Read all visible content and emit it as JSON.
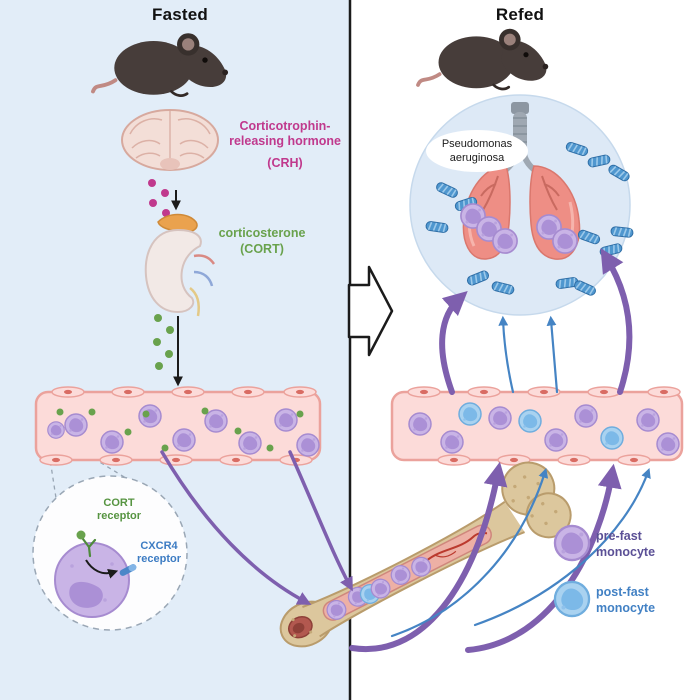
{
  "figure": {
    "left_panel": {
      "title": "Fasted",
      "crh": {
        "line1": "Corticotrophin-",
        "line2": "releasing hormone",
        "abbrev": "(CRH)"
      },
      "cort": {
        "name": "corticosterone",
        "abbrev": "(CORT)"
      },
      "inset": {
        "cort_receptor": "CORT receptor",
        "cxcr4_receptor": "CXCR4 receptor"
      }
    },
    "right_panel": {
      "title": "Refed",
      "pathogen": {
        "line1": "Pseudomonas",
        "line2": "aeruginosa"
      }
    },
    "legend": {
      "pre_fast": {
        "line1": "pre-fast",
        "line2": "monocyte"
      },
      "post_fast": {
        "line1": "post-fast",
        "line2": "monocyte"
      }
    },
    "colors": {
      "left_bg": "#e2edf8",
      "title_text": "#111111",
      "crh_text": "#c0398d",
      "cort_text": "#69a24d",
      "cort_receptor_text": "#569441",
      "cxcr4_text": "#3d7cc3",
      "pathogen_text": "#1c1c1c",
      "pre_fast_text": "#5b5096",
      "post_fast_text": "#4281c4",
      "arrow_purple": "#7e5fae",
      "arrow_blue": "#4584c4",
      "monocyte_pre": "#c9b4e6",
      "monocyte_post": "#a9d2f0",
      "bacteria": "#4f97cf",
      "vessel_fill": "#fcdbd9",
      "bone_fill": "#dcc79d"
    }
  }
}
